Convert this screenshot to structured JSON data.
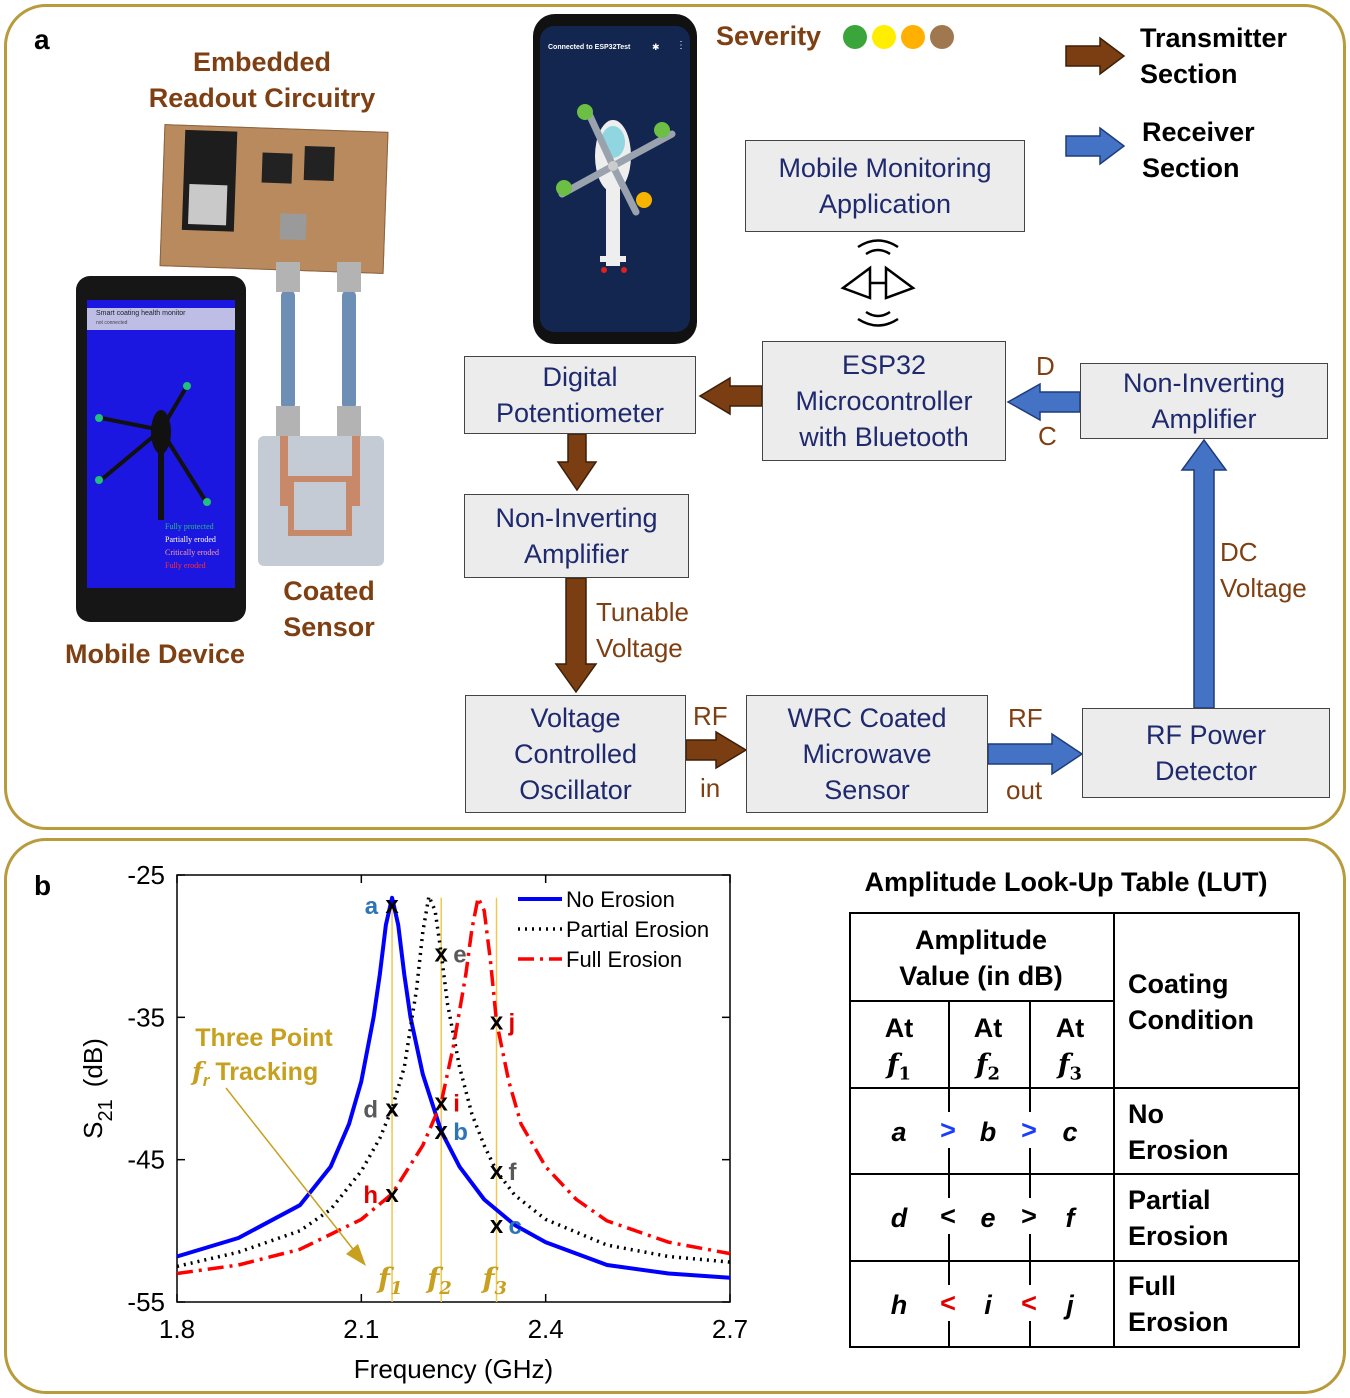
{
  "panel_a": {
    "label": "a",
    "photo_labels": {
      "embedded": "Embedded\nReadout Circuitry",
      "coated_sensor": "Coated\nSensor",
      "mobile_device": "Mobile Device"
    },
    "phone1": {
      "header_title": "Smart coating health monitor",
      "header_sub": "not connected",
      "legend": [
        "Fully protected",
        "Partially eroded",
        "Critically eroded",
        "Fully eroded"
      ],
      "legend_colors": [
        "#22c07a",
        "#ffffff",
        "#ff9a9a",
        "#ff3030"
      ]
    },
    "phone2": {
      "header_title": "Connected to ESP32Test"
    },
    "severity": {
      "label": "Severity",
      "colors": [
        "#3aa53a",
        "#ffee00",
        "#ffb000",
        "#a07850"
      ]
    },
    "legend": {
      "transmitter": "Transmitter\nSection",
      "receiver": "Receiver\nSection",
      "transmitter_color": "#7a3e12",
      "receiver_color": "#4472c4"
    },
    "blocks": {
      "mobile_app": "Mobile Monitoring\nApplication",
      "esp32": "ESP32\nMicrocontroller\nwith Bluetooth",
      "non_inv_rx": "Non-Inverting\nAmplifier",
      "digital_pot": "Digital\nPotentiometer",
      "non_inv_tx": "Non-Inverting\nAmplifier",
      "vco": "Voltage\nControlled\nOscillator",
      "wrc": "WRC Coated\nMicrowave\nSensor",
      "rf_detector": "RF Power\nDetector"
    },
    "signal_labels": {
      "d": "D",
      "c": "C",
      "tunable": "Tunable\nVoltage",
      "dc": "DC\nVoltage",
      "rf_in_top": "RF",
      "rf_in_bottom": "in",
      "rf_out_top": "RF",
      "rf_out_bottom": "out"
    }
  },
  "panel_b": {
    "label": "b",
    "annotation": "Three Point",
    "annotation_tracking": "Tracking",
    "annotation_symbol": "f",
    "annotation_sub": "r",
    "freq_markers": [
      {
        "symbol": "f",
        "sub": "1",
        "freq": 2.15
      },
      {
        "symbol": "f",
        "sub": "2",
        "freq": 2.23
      },
      {
        "symbol": "f",
        "sub": "3",
        "freq": 2.32
      }
    ],
    "points": [
      {
        "id": "a",
        "freq": 2.15,
        "db": -27.1,
        "color": "#2e75b6"
      },
      {
        "id": "d",
        "freq": 2.15,
        "db": -41.4,
        "color": "#595959"
      },
      {
        "id": "h",
        "freq": 2.15,
        "db": -47.4,
        "color": "#e00000"
      },
      {
        "id": "e",
        "freq": 2.23,
        "db": -30.5,
        "color": "#595959"
      },
      {
        "id": "i",
        "freq": 2.23,
        "db": -41.0,
        "color": "#e00000"
      },
      {
        "id": "b",
        "freq": 2.23,
        "db": -43.0,
        "color": "#2e75b6"
      },
      {
        "id": "j",
        "freq": 2.32,
        "db": -35.3,
        "color": "#e00000"
      },
      {
        "id": "f",
        "freq": 2.32,
        "db": -45.8,
        "color": "#595959"
      },
      {
        "id": "c",
        "freq": 2.32,
        "db": -49.6,
        "color": "#2e75b6"
      }
    ],
    "lut": {
      "title": "Amplitude Look-Up Table (LUT)",
      "amp_header": "Amplitude\nValue (in dB)",
      "cond_header": "Coating\nCondition",
      "at": "At",
      "f_symbol": "f",
      "subs": [
        "1",
        "2",
        "3"
      ],
      "rows": [
        {
          "v": [
            "a",
            "b",
            "c"
          ],
          "ops": [
            ">",
            ">"
          ],
          "op_colors": [
            "#1a3cff",
            "#1a3cff"
          ],
          "cond": "No\nErosion"
        },
        {
          "v": [
            "d",
            "e",
            "f"
          ],
          "ops": [
            "<",
            ">"
          ],
          "op_colors": [
            "#000000",
            "#000000"
          ],
          "cond": "Partial\nErosion"
        },
        {
          "v": [
            "h",
            "i",
            "j"
          ],
          "ops": [
            "<",
            "<"
          ],
          "op_colors": [
            "#e00000",
            "#e00000"
          ],
          "cond": "Full\nErosion"
        }
      ]
    }
  },
  "chart_data": {
    "type": "line",
    "xlabel": "Frequency (GHz)",
    "ylabel": "S21 (dB)",
    "ylabel_main": "S",
    "ylabel_sub": "21",
    "ylabel_unit": "(dB)",
    "xlim": [
      1.8,
      2.7
    ],
    "ylim": [
      -55,
      -25
    ],
    "xticks": [
      1.8,
      2.1,
      2.4,
      2.7
    ],
    "xtick_labels": [
      "1.8",
      "2.1",
      "2.4",
      "2.7"
    ],
    "yticks": [
      -25,
      -35,
      -45,
      -55
    ],
    "ytick_labels": [
      "-25",
      "-35",
      "-45",
      "-55"
    ],
    "grid": false,
    "legend_position": "top-right",
    "series": [
      {
        "name": "No Erosion",
        "color": "#0000ff",
        "style": "solid",
        "x": [
          1.8,
          1.9,
          2.0,
          2.05,
          2.08,
          2.1,
          2.12,
          2.13,
          2.14,
          2.15,
          2.16,
          2.17,
          2.18,
          2.2,
          2.23,
          2.26,
          2.3,
          2.35,
          2.4,
          2.5,
          2.6,
          2.7
        ],
        "y": [
          -51.8,
          -50.5,
          -48.2,
          -45.5,
          -42.5,
          -39.5,
          -35.0,
          -32.0,
          -28.5,
          -26.6,
          -28.5,
          -32.0,
          -35.0,
          -39.0,
          -43.0,
          -45.5,
          -47.8,
          -49.6,
          -50.8,
          -52.4,
          -53.0,
          -53.3
        ]
      },
      {
        "name": "Partial Erosion",
        "color": "#000000",
        "style": "dotted",
        "x": [
          1.8,
          1.9,
          2.0,
          2.05,
          2.1,
          2.13,
          2.15,
          2.17,
          2.19,
          2.2,
          2.21,
          2.22,
          2.23,
          2.24,
          2.26,
          2.28,
          2.3,
          2.32,
          2.35,
          2.4,
          2.5,
          2.6,
          2.7
        ],
        "y": [
          -52.5,
          -51.5,
          -50.0,
          -48.5,
          -45.8,
          -43.5,
          -41.4,
          -38.5,
          -33.0,
          -29.0,
          -26.5,
          -27.5,
          -30.5,
          -34.0,
          -38.5,
          -41.8,
          -44.0,
          -45.8,
          -47.5,
          -49.2,
          -51.0,
          -51.8,
          -52.2
        ]
      },
      {
        "name": "Full Erosion",
        "color": "#ff0000",
        "style": "dash-dot",
        "x": [
          1.8,
          1.9,
          2.0,
          2.1,
          2.15,
          2.2,
          2.23,
          2.25,
          2.27,
          2.28,
          2.29,
          2.3,
          2.31,
          2.32,
          2.34,
          2.36,
          2.4,
          2.45,
          2.5,
          2.6,
          2.7
        ],
        "y": [
          -53.0,
          -52.4,
          -51.3,
          -49.2,
          -47.4,
          -44.0,
          -41.0,
          -37.0,
          -32.0,
          -28.8,
          -26.6,
          -27.5,
          -31.0,
          -35.3,
          -39.5,
          -42.5,
          -45.5,
          -47.8,
          -49.3,
          -50.8,
          -51.6
        ]
      }
    ]
  }
}
